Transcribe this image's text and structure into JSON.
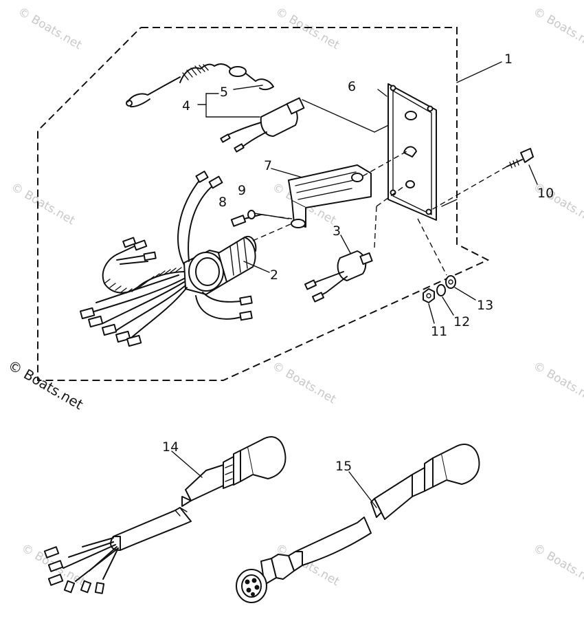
{
  "diagram": {
    "callouts": {
      "c1": "1",
      "c2": "2",
      "c3": "3",
      "c4": "4",
      "c5": "5",
      "c6": "6",
      "c7": "7",
      "c8": "8",
      "c9": "9",
      "c10": "10",
      "c11": "11",
      "c12": "12",
      "c13": "13",
      "c14": "14",
      "c15": "15"
    },
    "watermark": {
      "text": "© Boats.net"
    }
  }
}
